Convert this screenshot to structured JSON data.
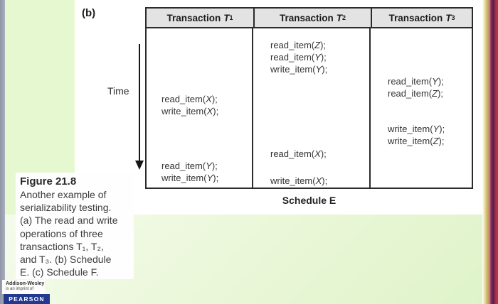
{
  "slide": {
    "part_label": "(b)",
    "time_label": "Time",
    "schedule_caption": "Schedule E"
  },
  "table": {
    "columns": [
      {
        "title": "Transaction",
        "tvar": "T",
        "sub": "1"
      },
      {
        "title": "Transaction",
        "tvar": "T",
        "sub": "2"
      },
      {
        "title": "Transaction",
        "tvar": "T",
        "sub": "3"
      }
    ],
    "events": [
      {
        "transaction": "T2",
        "op": "read_item(Z);"
      },
      {
        "transaction": "T2",
        "op": "read_item(Y);"
      },
      {
        "transaction": "T2",
        "op": "write_item(Y);"
      },
      {
        "transaction": "T3",
        "op": "read_item(Y);"
      },
      {
        "transaction": "T3",
        "op": "read_item(Z);"
      },
      {
        "transaction": "T1",
        "op": "read_item(X);"
      },
      {
        "transaction": "T1",
        "op": "write_item(X);"
      },
      {
        "transaction": "T3",
        "op": "write_item(Y);"
      },
      {
        "transaction": "T3",
        "op": "write_item(Z);"
      },
      {
        "transaction": "T2",
        "op": "read_item(X);"
      },
      {
        "transaction": "T1",
        "op": "read_item(Y);"
      },
      {
        "transaction": "T1",
        "op": "write_item(Y);"
      },
      {
        "transaction": "T2",
        "op": "write_item(X);"
      }
    ]
  },
  "figure_caption": {
    "title": "Figure 21.8",
    "lines": [
      "Another example of",
      "serializability testing.",
      "(a) The read and write",
      "operations of three",
      "transactions T₁, T₂,",
      "and T₃. (b) Schedule",
      "E. (c) Schedule F."
    ]
  },
  "footer": {
    "imprint_name": "Addison-Wesley",
    "imprint_tagline": "is an imprint of",
    "publisher": "PEARSON"
  },
  "colors": {
    "publisher_blue": "#23398f",
    "green_strip": "#e6f8cf",
    "header_gray": "#e3e3e3",
    "stripe_gold": "#c7a55e",
    "stripe_purple": "#54204e",
    "stripe_red": "#b03a4a"
  }
}
